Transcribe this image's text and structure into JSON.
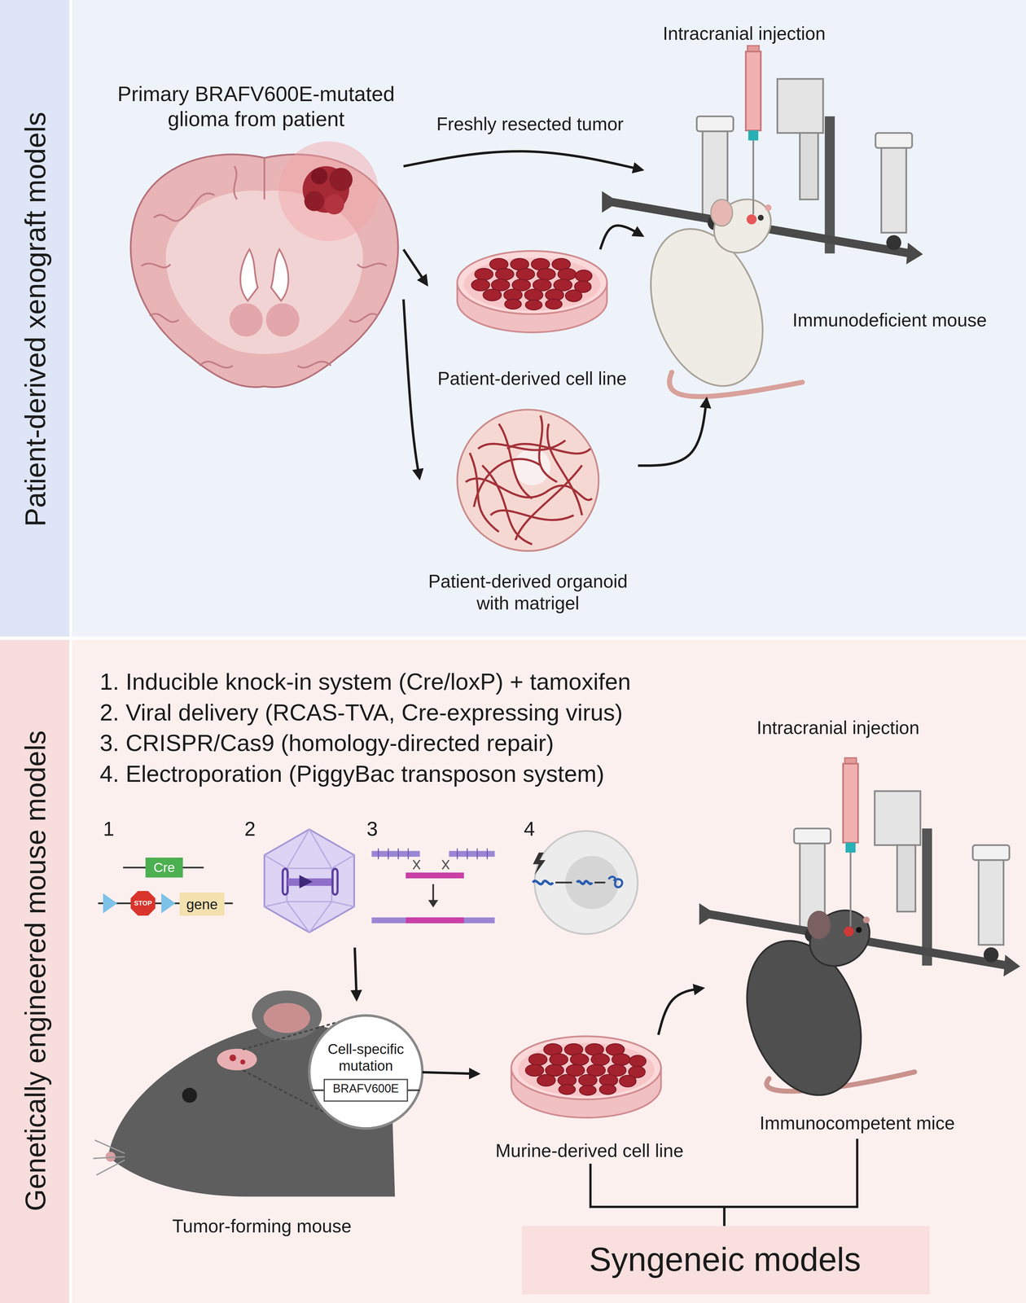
{
  "diagram": {
    "nodes": [
      {
        "text": [
          "Patient-derived xenograft models"
        ]
      },
      {
        "text": [
          "Primary BRAFV600E-mutated glioma from patient"
        ],
        "in": 0
      },
      {
        "text": [
          "Patient-derived cell line"
        ],
        "in": 0
      },
      {
        "text": [
          "Patient-derived organoid with matrigel"
        ],
        "in": 0
      },
      {
        "text": [
          "Intracranial injection",
          "Immunodeficient mouse"
        ],
        "in": 0
      },
      {
        "text": [
          "Genetically engineered mouse models"
        ]
      },
      {
        "text": [
          "1. Inducible knock-in system (Cre/loxP) + tamoxifen",
          "2. Viral delivery (RCAS-TVA, Cre-expressing virus)",
          "3. CRISPR/Cas9 (homology-directed repair)",
          "4. Electroporation (PiggyBac transposon system)"
        ],
        "in": 5
      },
      {
        "text": [
          "Tumor-forming mouse"
        ],
        "in": 5
      },
      {
        "text": [
          "Cell-specific mutation",
          "BRAFV600E"
        ],
        "in": 5
      },
      {
        "text": [
          "Murine-derived cell line"
        ],
        "in": 5
      },
      {
        "text": [
          "Intracranial injection",
          "Immunocompetent mice"
        ],
        "in": 5
      },
      {
        "text": [
          "Syngeneic models"
        ],
        "in": 5
      }
    ],
    "edges": [
      {
        "from": 1,
        "to": 4,
        "label": "Freshly resected tumor",
        "arrow": "to"
      },
      {
        "from": 1,
        "to": 2,
        "arrow": "to"
      },
      {
        "from": 1,
        "to": 3,
        "arrow": "to"
      },
      {
        "from": 2,
        "to": 4,
        "arrow": "to"
      },
      {
        "from": 3,
        "to": 4,
        "arrow": "to"
      },
      {
        "from": 6,
        "to": 7,
        "arrow": "to"
      },
      {
        "from": 8,
        "to": 9,
        "arrow": "to"
      },
      {
        "from": 9,
        "to": 10,
        "arrow": "to"
      },
      {
        "from": 9,
        "to": 11,
        "arrow": "none"
      },
      {
        "from": 10,
        "to": 11,
        "arrow": "none"
      }
    ],
    "labels": [
      "1",
      "2",
      "3",
      "4",
      "Cre",
      "STOP",
      "gene"
    ]
  }
}
